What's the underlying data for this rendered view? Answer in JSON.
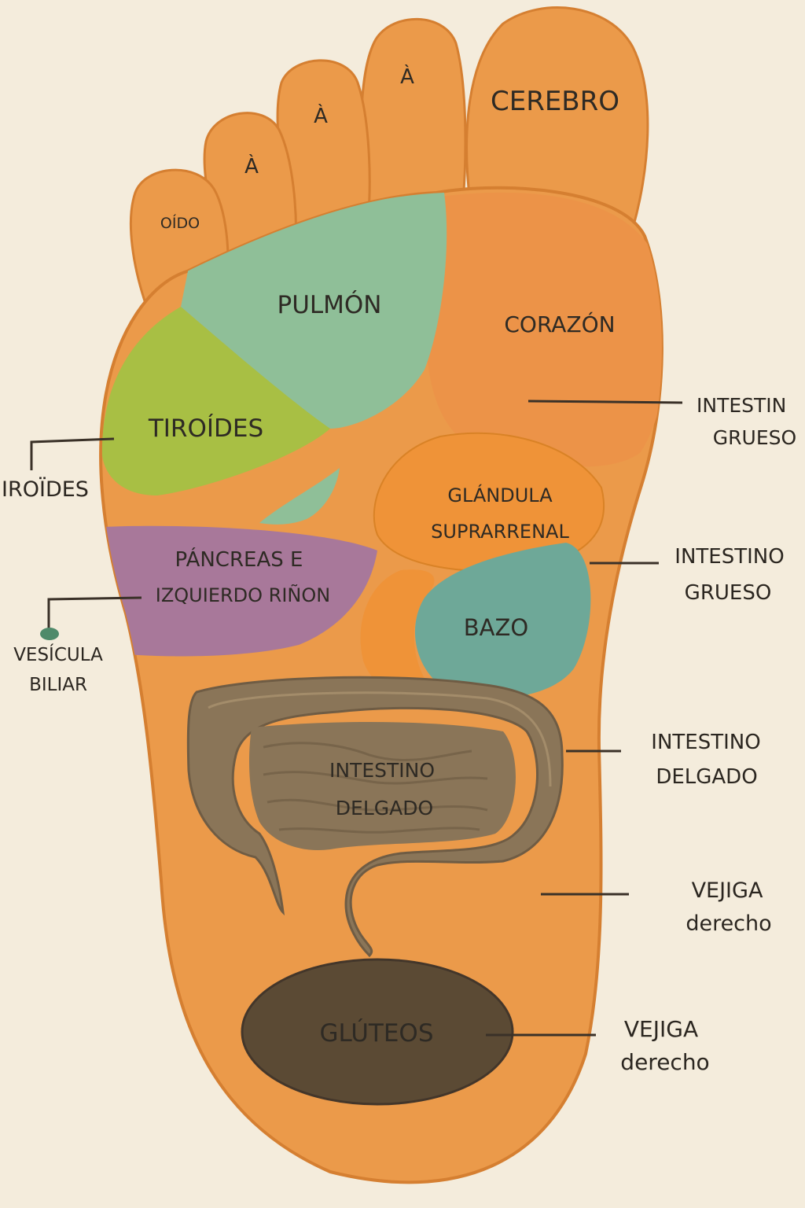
{
  "colors": {
    "background": "#f4ecdc",
    "skin": "#eb9a4a",
    "skin_shadow": "#d57f31",
    "lung": "#8fbf98",
    "thyroid": "#a8bf44",
    "heart": "#ec9348",
    "adrenal": "#ef9338",
    "pancreas": "#a8789a",
    "spleen": "#6ea898",
    "intestine": "#8a7558",
    "glutes": "#5b4a34",
    "gallbladder": "#4f8a6a",
    "line": "#3a3128"
  },
  "zones": {
    "cerebro": "CEREBRO",
    "toe4": "À",
    "toe3": "À",
    "toe2": "À",
    "oido": "OÍDO",
    "pulmon": "PULMÓN",
    "corazon": "CORAZÓN",
    "tiroides": "TIROÍDES",
    "glandula_1": "GLÁNDULA",
    "glandula_2": "SUPRARRENAL",
    "pancreas_1": "PÁNCREAS E",
    "pancreas_2": "IZQUIERDO RIÑON",
    "bazo": "BAZO",
    "intestino_1": "INTESTINO",
    "intestino_2": "DELGADO",
    "gluteos": "GLÚTEOS"
  },
  "callouts": {
    "iroides": "IROÏDES",
    "vesicula_1": "VESÍCULA",
    "vesicula_2": "BILIAR",
    "intestin_1": "INTESTIN",
    "intestin_2": "GRUESO",
    "grueso_1": "INTESTINO",
    "grueso_2": "GRUESO",
    "delgado_1": "INTESTINO",
    "delgado_2": "DELGADO",
    "vejiga1_1": "VEJIGA",
    "vejiga1_2": "derecho",
    "vejiga2_1": "VEJIGA",
    "vejiga2_2": "derecho"
  }
}
